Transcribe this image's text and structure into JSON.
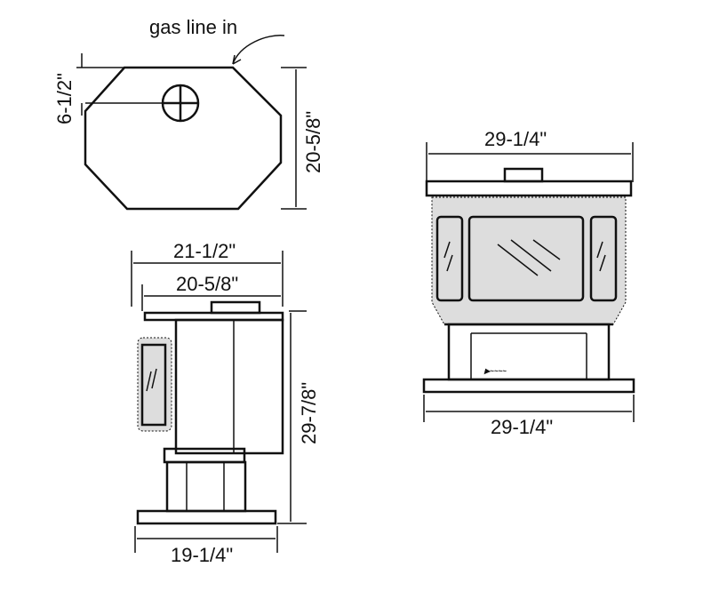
{
  "labels": {
    "gas_line": "gas line in",
    "top_depth_offset": "6-1/2\"",
    "top_depth": "20-5/8\"",
    "front_width_top": "29-1/4\"",
    "front_width_bottom": "29-1/4\"",
    "side_depth_outer": "21-1/2\"",
    "side_depth_inner": "20-5/8\"",
    "side_height": "29-7/8\"",
    "side_base": "19-1/4\""
  }
}
